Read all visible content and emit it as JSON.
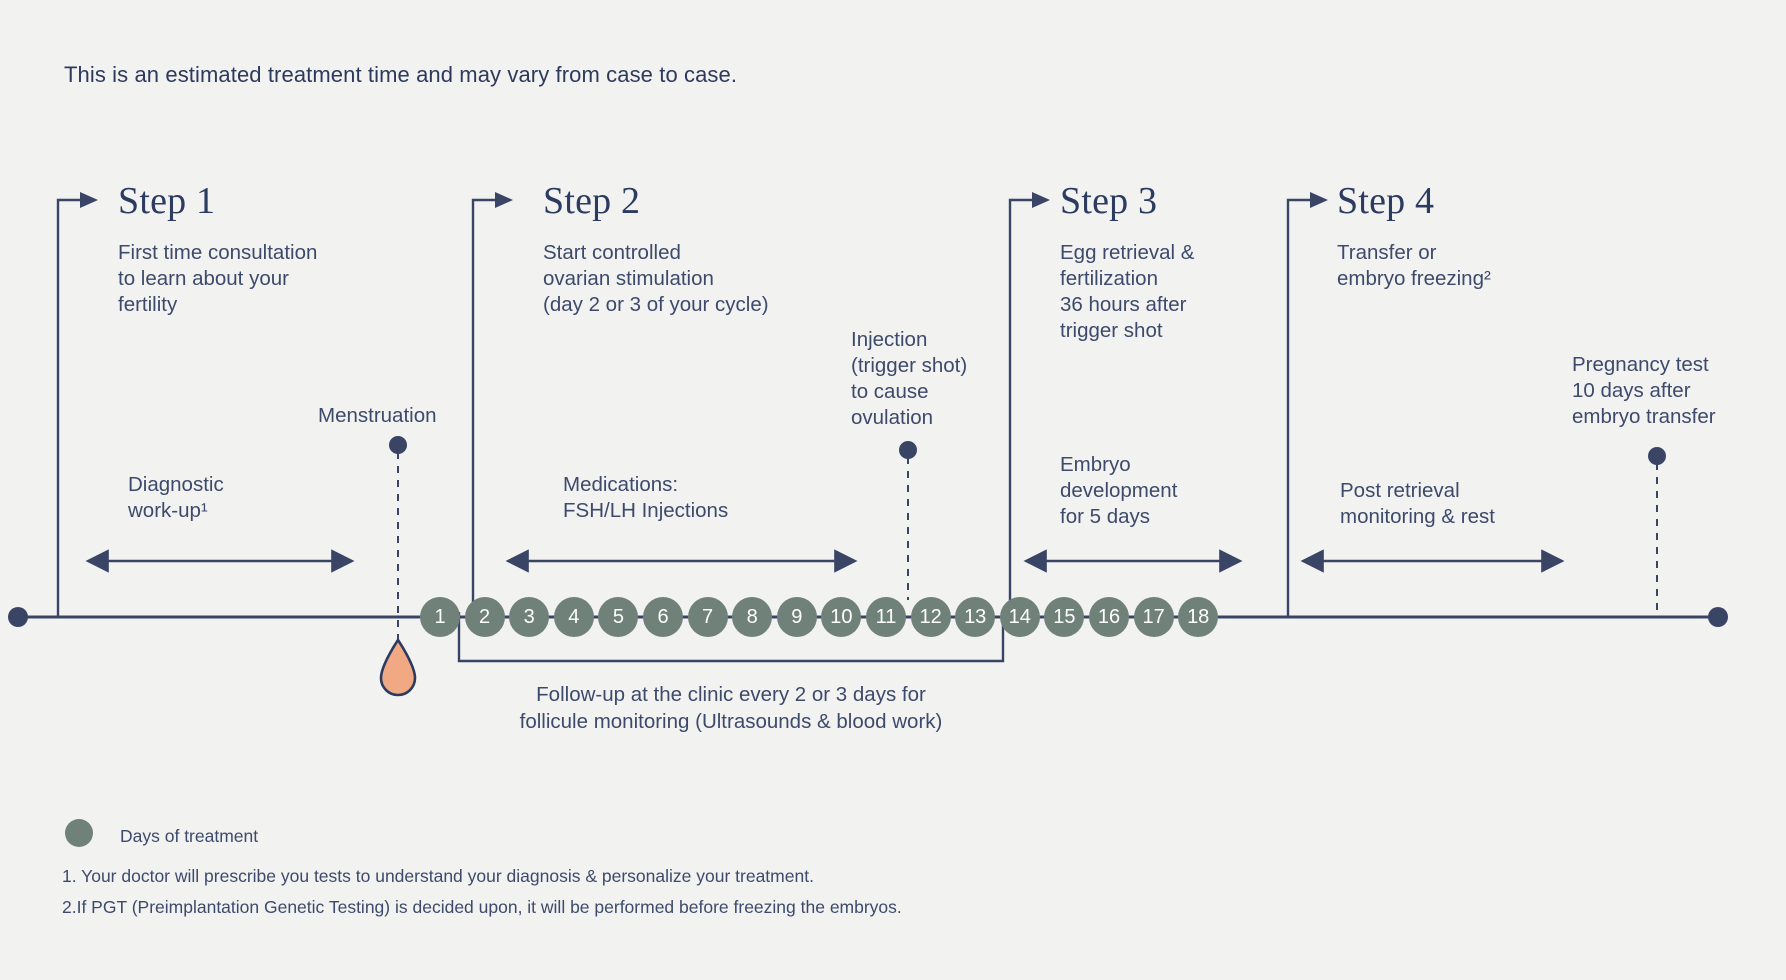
{
  "intro": "This is an estimated treatment time and may vary from case to case.",
  "steps": [
    {
      "title": "Step 1",
      "description": "First time consultation\nto learn about your\nfertility"
    },
    {
      "title": "Step 2",
      "description": "Start controlled\novarian stimulation\n(day 2 or 3 of your cycle)"
    },
    {
      "title": "Step 3",
      "description": "Egg retrieval &\nfertilization\n36 hours after\ntrigger shot"
    },
    {
      "title": "Step 4",
      "description": "Transfer or\nembryo freezing²"
    }
  ],
  "markers": [
    {
      "name": "menstruation",
      "label": "Menstruation",
      "icon": "blood-drop-icon"
    },
    {
      "name": "trigger-injection",
      "label": "Injection\n(trigger shot)\nto cause\novulation",
      "icon": "dot-marker-icon"
    },
    {
      "name": "pregnancy-test",
      "label": "Pregnancy test\n10 days after\nembryo transfer",
      "icon": "dot-marker-icon"
    }
  ],
  "spans": [
    {
      "name": "diagnostic-work-up",
      "label": "Diagnostic\nwork-up¹"
    },
    {
      "name": "medications",
      "label": "Medications:\nFSH/LH Injections"
    },
    {
      "name": "embryo-development",
      "label": "Embryo\ndevelopment\nfor 5 days"
    },
    {
      "name": "post-retrieval",
      "label": "Post retrieval\nmonitoring & rest"
    }
  ],
  "followup": "Follow-up at the clinic every 2 or 3 days for\nfollicule monitoring (Ultrasounds & blood work)",
  "timeline": {
    "days": [
      1,
      2,
      3,
      4,
      5,
      6,
      7,
      8,
      9,
      10,
      11,
      12,
      13,
      14,
      15,
      16,
      17,
      18
    ]
  },
  "legend": {
    "dot_label": "Days of treatment"
  },
  "footnotes": [
    "1. Your doctor will prescribe you tests to understand your diagnosis & personalize your treatment.",
    "2.If PGT (Preimplantation Genetic Testing) is decided upon, it will be performed before freezing the embryos."
  ],
  "colors": {
    "background": "#F2F2F1",
    "navy": "#3A4566",
    "text_navy": "#3D4A6B",
    "serif_navy": "#2C3B60",
    "sage": "#6F8179",
    "drop_fill": "#F0A982"
  }
}
